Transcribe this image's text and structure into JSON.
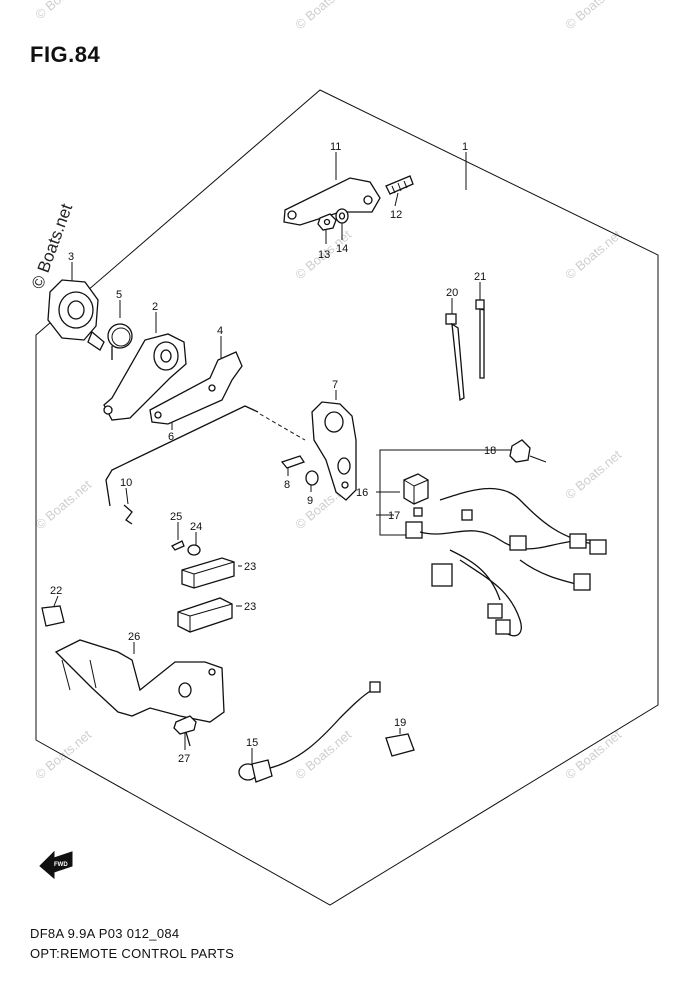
{
  "figure": {
    "title": "FIG.84",
    "caption_line1": "DF8A 9.9A P03 012_084",
    "caption_line2": "OPT:REMOTE CONTROL PARTS",
    "watermark": "© Boats.net",
    "fwd_label": "FWD"
  },
  "callouts": {
    "c1": "1",
    "c2": "2",
    "c3": "3",
    "c4": "4",
    "c5": "5",
    "c6": "6",
    "c7": "7",
    "c8": "8",
    "c9": "9",
    "c10": "10",
    "c11": "11",
    "c12": "12",
    "c13": "13",
    "c14": "14",
    "c15": "15",
    "c16": "16",
    "c17": "17",
    "c18": "18",
    "c19": "19",
    "c20": "20",
    "c21": "21",
    "c22": "22",
    "c23a": "23",
    "c23b": "23",
    "c24": "24",
    "c25": "25",
    "c26": "26",
    "c27": "27"
  }
}
